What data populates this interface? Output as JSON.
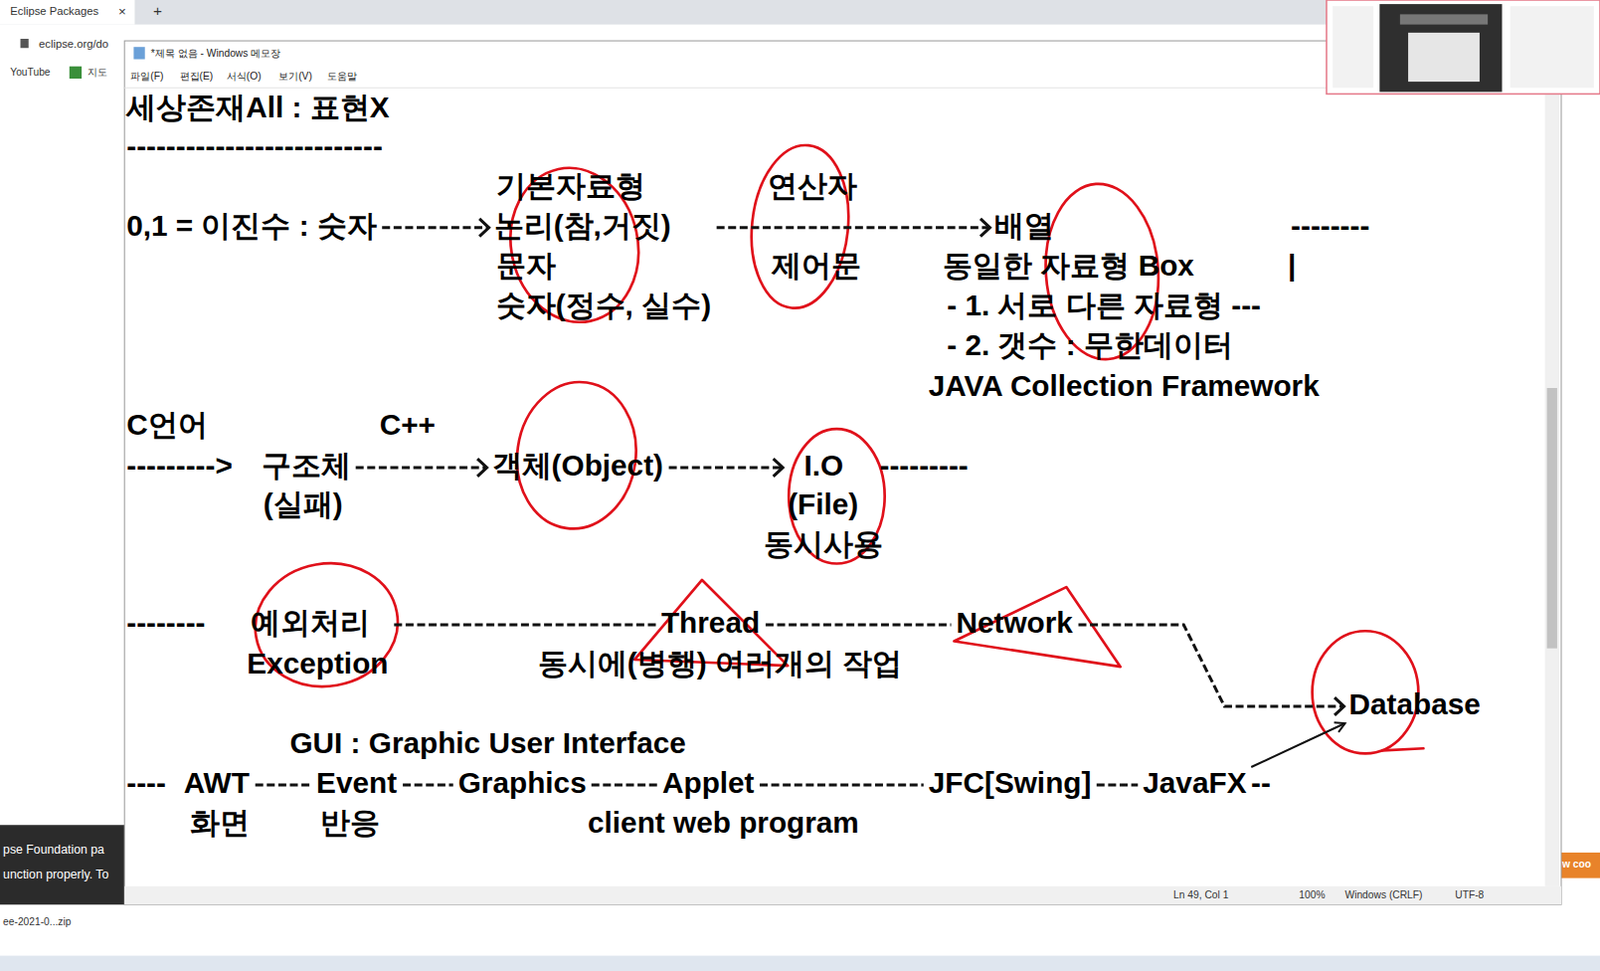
{
  "diagram": {
    "title": "세상존재All : 표현X",
    "nodes": [
      {
        "text": [
          "0,1 = 이진수 : 숫자"
        ]
      },
      {
        "text": [
          "기본자료형",
          "논리(참,거짓)",
          "문자",
          "숫자(정수, 실수)"
        ]
      },
      {
        "text": [
          "연산자",
          "제어문"
        ]
      },
      {
        "text": [
          "배열"
        ]
      },
      {
        "text": [
          "구조체",
          "(실패)"
        ]
      },
      {
        "text": [
          "객체(Object)"
        ]
      },
      {
        "text": [
          "I.O",
          "(File)"
        ]
      },
      {
        "text": [
          "예외처리",
          "Exception"
        ]
      },
      {
        "text": [
          "Thread"
        ]
      },
      {
        "text": [
          "Network"
        ]
      },
      {
        "text": [
          "Database"
        ]
      },
      {
        "text": [
          "AWT",
          "화면"
        ]
      },
      {
        "text": [
          "Event",
          "반응"
        ]
      },
      {
        "text": [
          "Graphics"
        ]
      },
      {
        "text": [
          "Applet"
        ]
      },
      {
        "text": [
          "JFC[Swing]"
        ]
      },
      {
        "text": [
          "JavaFX"
        ]
      }
    ],
    "edges": [
      {
        "from": 0,
        "to": 1,
        "arrow": "to"
      },
      {
        "from": 1,
        "to": 3,
        "arrow": "to"
      },
      {
        "from": 4,
        "to": 5,
        "label": "C++",
        "arrow": "to"
      },
      {
        "from": 5,
        "to": 6,
        "arrow": "to"
      },
      {
        "from": 7,
        "to": 8,
        "arrow": "none"
      },
      {
        "from": 8,
        "to": 9,
        "arrow": "none"
      },
      {
        "from": 9,
        "to": 10,
        "arrow": "to"
      },
      {
        "from": 11,
        "to": 12,
        "arrow": "none"
      },
      {
        "from": 12,
        "to": 13,
        "arrow": "none"
      },
      {
        "from": 13,
        "to": 14,
        "arrow": "none"
      },
      {
        "from": 14,
        "to": 15,
        "arrow": "none"
      },
      {
        "from": 15,
        "to": 16,
        "arrow": "none"
      },
      {
        "from": 16,
        "to": 10,
        "arrow": "to"
      }
    ],
    "labels": [
      "Eclipse Packages",
      "×",
      "+",
      "eclipse.org/do",
      "YouTube",
      "지도",
      "*제목 없음 - Windows 메모장",
      "파일(F)",
      "편집(E)",
      "서식(O)",
      "보기(V)",
      "도움말",
      "--------------------------",
      "--------",
      "동일한 자료형 Box",
      "|",
      "- 1. 서로 다른 자료형 ---",
      "- 2. 갯수 : 무한데이터",
      "JAVA Collection Framework",
      "C언어",
      "--------->",
      "---------",
      "동시사용",
      "--------",
      "동시에(병행) 여러개의 작업",
      "GUI : Graphic User Interface",
      "----",
      "--",
      "client web program",
      "Ln 49, Col 1",
      "100%",
      "Windows (CRLF)",
      "UTF-8",
      "pse Foundation pa",
      "unction properly. To",
      "ee-2021-0...zip",
      "w coo"
    ]
  }
}
